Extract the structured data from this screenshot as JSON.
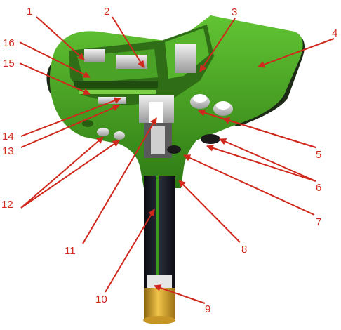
{
  "diagram": {
    "accent_color": "#d0281c",
    "body_color": "#3c9a1c",
    "callouts": [
      "1",
      "2",
      "3",
      "4",
      "5",
      "6",
      "7",
      "8",
      "9",
      "10",
      "11",
      "12",
      "13",
      "14",
      "15",
      "16"
    ]
  }
}
